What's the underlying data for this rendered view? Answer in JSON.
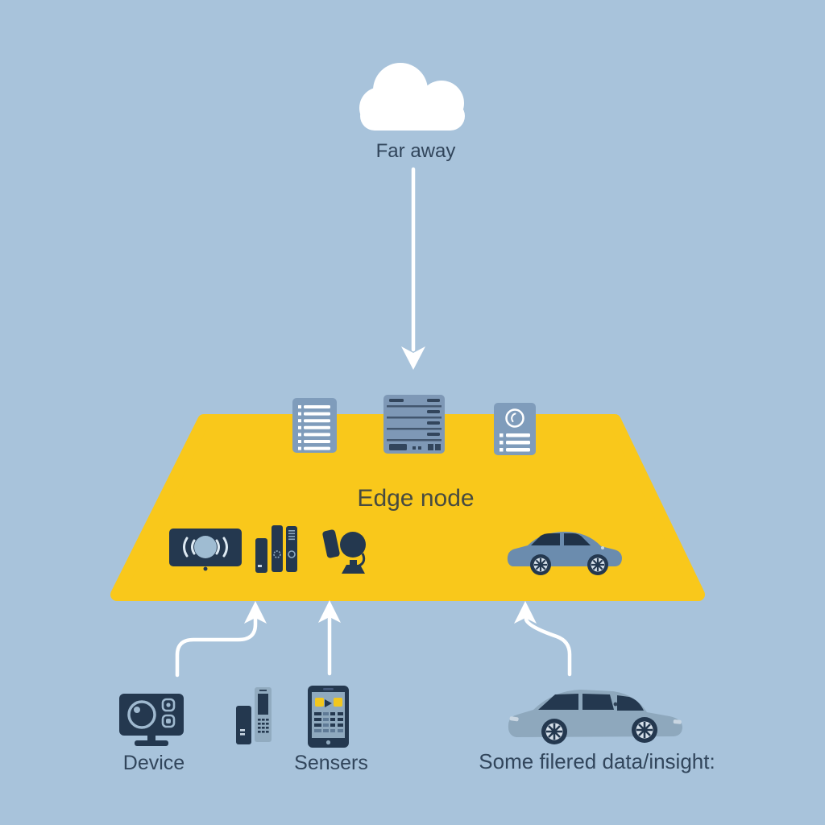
{
  "labels": {
    "far_away": "Far away",
    "edge_node": "Edge node",
    "device": "Device",
    "sensors": "Sensers",
    "output": "Some filered data/insight:"
  },
  "colors": {
    "background": "#A8C3DB",
    "edge_node_fill": "#F9C81B",
    "cloud": "#FFFFFF",
    "arrow": "#FFFFFF",
    "icon_navy": "#24384F",
    "icon_blue": "#7F9CBB",
    "server_blue": "#7E98B6",
    "server_line": "#42566E",
    "screen_blue": "#8FA9BE",
    "light_detail": "#C9D6E2",
    "car_top_body": "#6B8CAE",
    "car_bottom_body": "#8EA8BD",
    "accent_yellow": "#F2C71E",
    "label_text": "#31455B",
    "edge_label_text": "#474B40"
  },
  "icons": {
    "cloud": "cloud-icon",
    "top_edge_services": [
      "document-list-icon",
      "server-icon",
      "document-clock-icon"
    ],
    "edge_devices": [
      "display-sensor-icon",
      "media-towers-icon",
      "camera-icon",
      "edge-car-icon"
    ],
    "bottom_devices": [
      "monitor-icon",
      "phone-towers-icon",
      "tablet-icon",
      "output-car-icon"
    ],
    "arrows": [
      "cloud-down-arrow",
      "up-arrow-left",
      "up-arrow-middle",
      "up-arrow-right"
    ]
  }
}
